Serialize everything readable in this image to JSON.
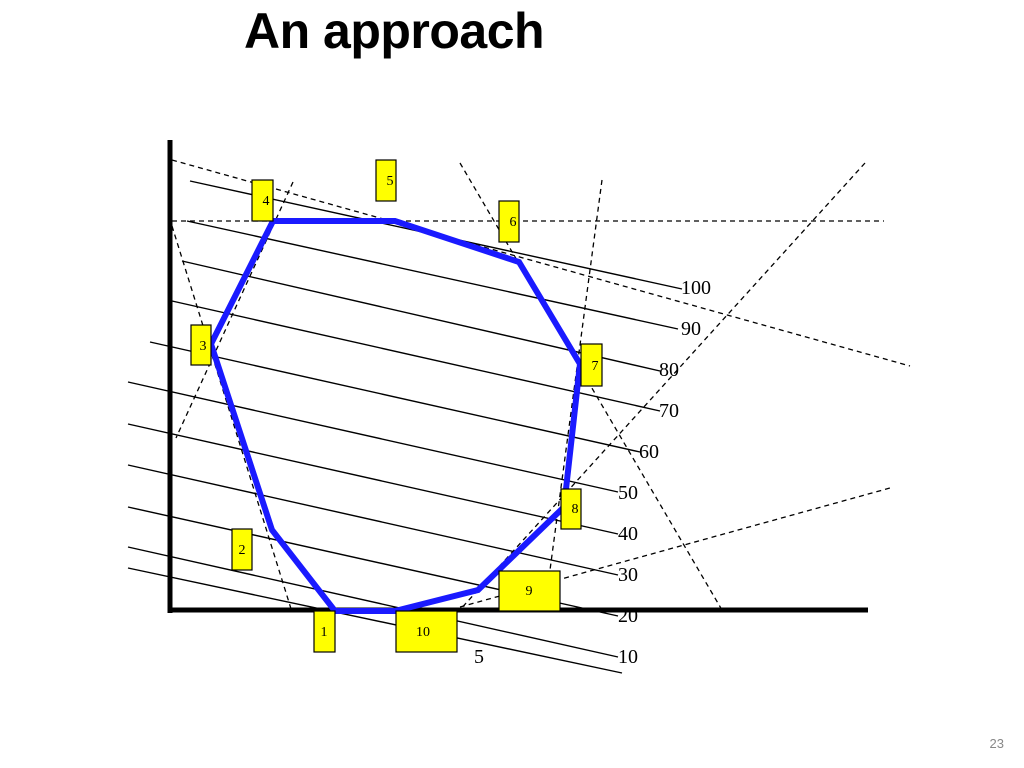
{
  "slide": {
    "title": "An approach",
    "page_number": "23"
  },
  "diagram": {
    "polygon_color": "#1a1aff",
    "vertex_box_color": "#ffff00",
    "vertex_labels": [
      "1",
      "2",
      "3",
      "4",
      "5",
      "6",
      "7",
      "8",
      "9",
      "10"
    ],
    "level_labels": [
      "100",
      "90",
      "80",
      "70",
      "60",
      "50",
      "40",
      "30",
      "20",
      "10",
      "5"
    ]
  }
}
